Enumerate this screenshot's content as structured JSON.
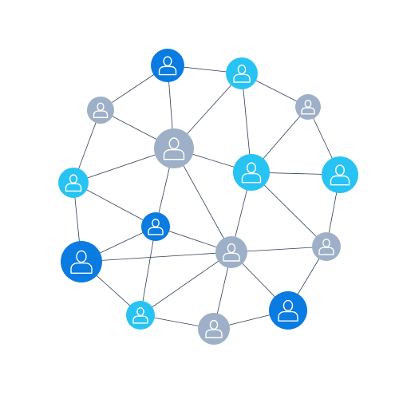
{
  "diagram": {
    "type": "network-graph",
    "node_icon": "user-icon",
    "palette": {
      "dark_blue": "#0a7be0",
      "light_blue": "#27c3f3",
      "gray_blue": "#9eb0c7",
      "edge": "#2f3d55",
      "icon_stroke": "#ffffff"
    },
    "nodes": [
      {
        "id": "n1",
        "color": "dark_blue"
      },
      {
        "id": "n2",
        "color": "light_blue"
      },
      {
        "id": "n3",
        "color": "gray_blue"
      },
      {
        "id": "n4",
        "color": "gray_blue"
      },
      {
        "id": "n5",
        "color": "gray_blue"
      },
      {
        "id": "n6",
        "color": "light_blue"
      },
      {
        "id": "n7",
        "color": "light_blue"
      },
      {
        "id": "n8",
        "color": "light_blue"
      },
      {
        "id": "n9",
        "color": "dark_blue"
      },
      {
        "id": "n10",
        "color": "gray_blue"
      },
      {
        "id": "n11",
        "color": "gray_blue"
      },
      {
        "id": "n12",
        "color": "dark_blue"
      },
      {
        "id": "n13",
        "color": "light_blue"
      },
      {
        "id": "n14",
        "color": "gray_blue"
      },
      {
        "id": "n15",
        "color": "dark_blue"
      }
    ],
    "edges": [
      [
        "n1",
        "n2"
      ],
      [
        "n1",
        "n4"
      ],
      [
        "n1",
        "n5"
      ],
      [
        "n2",
        "n5"
      ],
      [
        "n2",
        "n3"
      ],
      [
        "n2",
        "n7"
      ],
      [
        "n4",
        "n5"
      ],
      [
        "n4",
        "n6"
      ],
      [
        "n5",
        "n6"
      ],
      [
        "n5",
        "n7"
      ],
      [
        "n5",
        "n9"
      ],
      [
        "n5",
        "n11"
      ],
      [
        "n3",
        "n7"
      ],
      [
        "n3",
        "n8"
      ],
      [
        "n7",
        "n8"
      ],
      [
        "n7",
        "n10"
      ],
      [
        "n7",
        "n11"
      ],
      [
        "n8",
        "n10"
      ],
      [
        "n6",
        "n9"
      ],
      [
        "n6",
        "n12"
      ],
      [
        "n9",
        "n12"
      ],
      [
        "n9",
        "n11"
      ],
      [
        "n9",
        "n13"
      ],
      [
        "n11",
        "n10"
      ],
      [
        "n11",
        "n12"
      ],
      [
        "n11",
        "n13"
      ],
      [
        "n11",
        "n14"
      ],
      [
        "n11",
        "n15"
      ],
      [
        "n10",
        "n15"
      ],
      [
        "n12",
        "n13"
      ],
      [
        "n13",
        "n14"
      ],
      [
        "n14",
        "n15"
      ]
    ]
  }
}
